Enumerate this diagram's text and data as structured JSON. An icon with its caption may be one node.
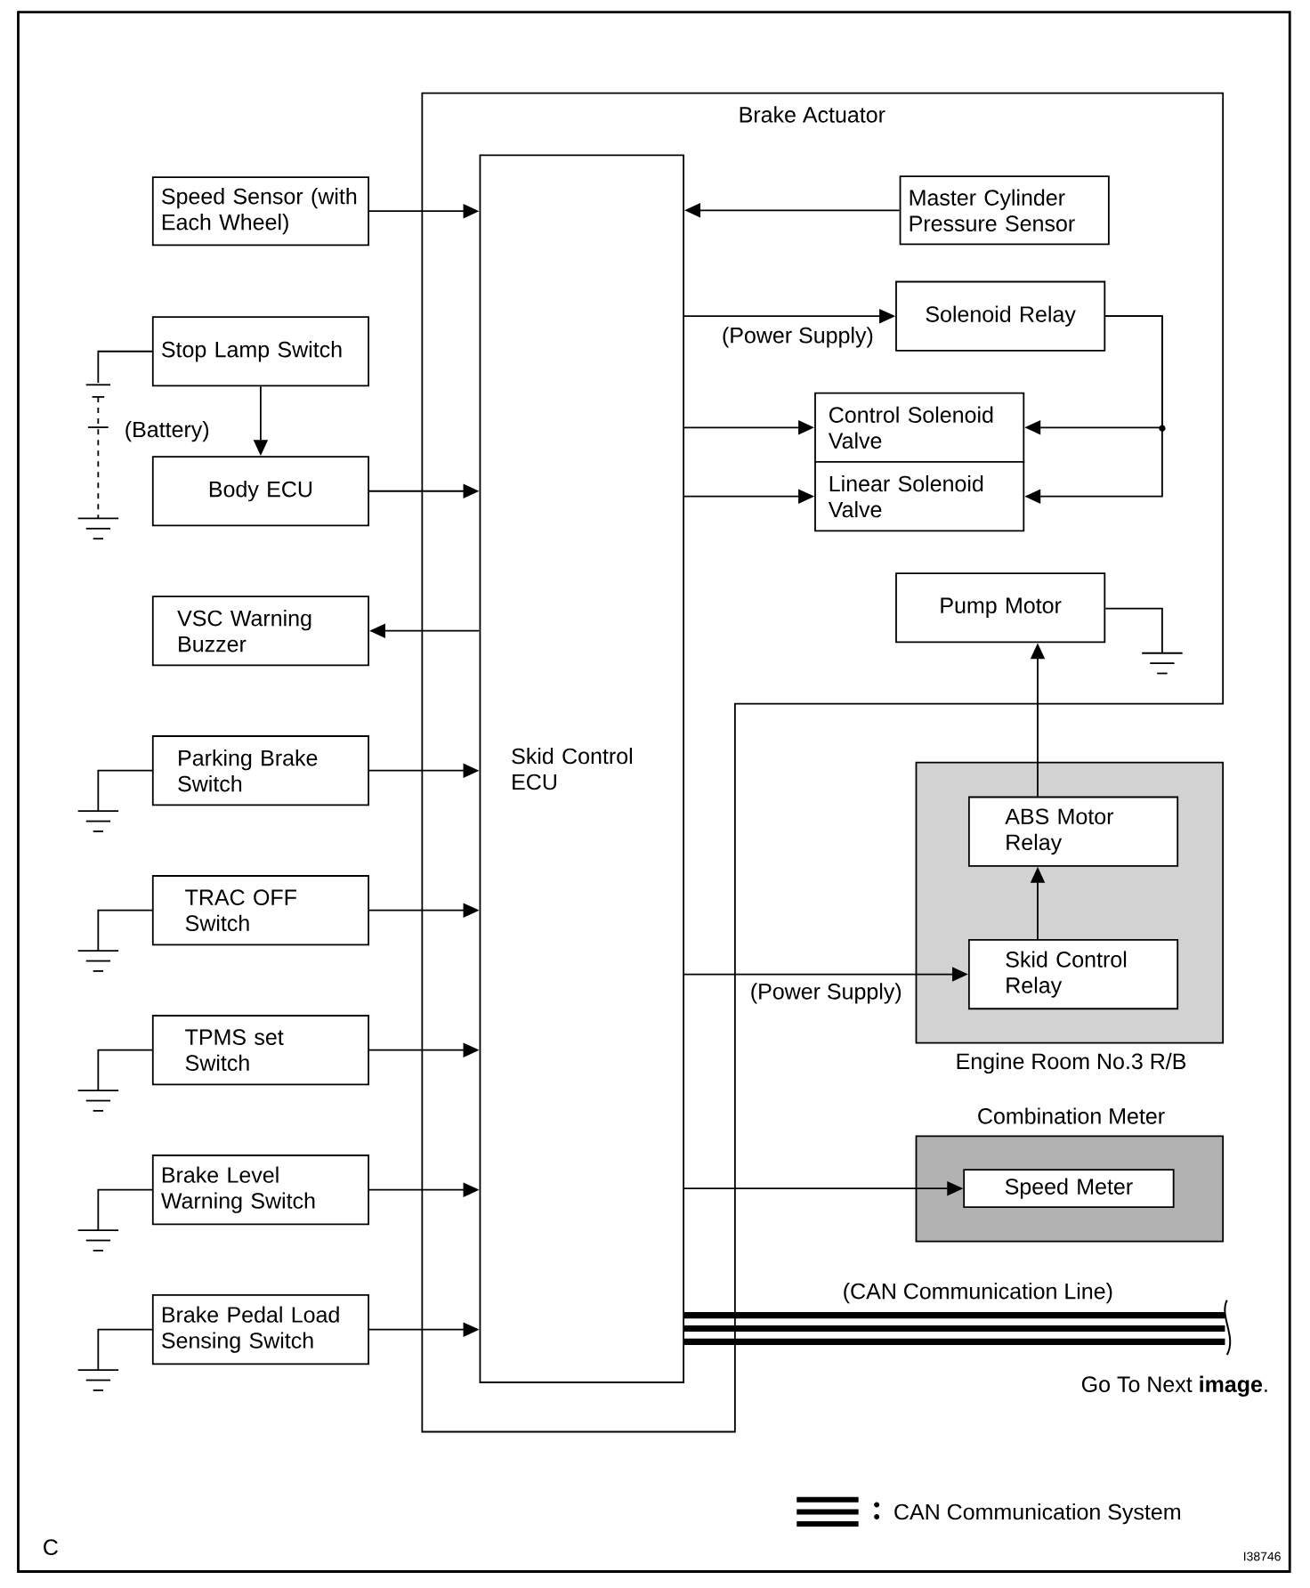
{
  "diagram": {
    "nodes": [
      {
        "text": [
          "Brake Actuator"
        ]
      },
      {
        "text": [
          "Speed Sensor (with Each Wheel)"
        ]
      },
      {
        "text": [
          "Skid Control ECU"
        ],
        "in": 0
      },
      {
        "text": [
          "Master Cylinder Pressure Sensor"
        ],
        "in": 0
      },
      {
        "text": [
          "Stop Lamp Switch"
        ]
      },
      {
        "text": [
          "Solenoid Relay"
        ],
        "in": 0
      },
      {
        "text": [
          "Control Solenoid Valve"
        ],
        "in": 0
      },
      {
        "text": [
          "Linear Solenoid Valve"
        ],
        "in": 0
      },
      {
        "text": [
          "Body ECU"
        ]
      },
      {
        "text": [
          "VSC Warning Buzzer"
        ]
      },
      {
        "text": [
          "Pump Motor"
        ],
        "in": 0
      },
      {
        "text": [
          "Parking Brake Switch"
        ]
      },
      {
        "text": [
          "Engine Room No.3 R/B"
        ]
      },
      {
        "text": [
          "ABS Motor Relay"
        ],
        "in": 12
      },
      {
        "text": [
          "TRAC OFF Switch"
        ]
      },
      {
        "text": [
          "Skid Control Relay"
        ],
        "in": 12
      },
      {
        "text": [
          "TPMS set Switch"
        ]
      },
      {
        "text": [
          "Combination Meter"
        ]
      },
      {
        "text": [
          "Speed Meter"
        ],
        "in": 17
      },
      {
        "text": [
          "Brake Level Warning Switch"
        ]
      },
      {
        "text": [
          "Brake Pedal Load Sensing Switch"
        ]
      }
    ],
    "edges": [
      {
        "from": 1,
        "to": 2,
        "arrow": "to"
      },
      {
        "from": 3,
        "to": 2,
        "arrow": "to"
      },
      {
        "from": 2,
        "to": 5,
        "arrow": "to",
        "label": "(Power Supply)"
      },
      {
        "from": 4,
        "to": 8,
        "arrow": "to"
      },
      {
        "from": 8,
        "to": 2,
        "arrow": "to"
      },
      {
        "from": 2,
        "to": 6,
        "arrow": "to"
      },
      {
        "from": 2,
        "to": 7,
        "arrow": "to"
      },
      {
        "from": 5,
        "to": 6,
        "arrow": "to"
      },
      {
        "from": 5,
        "to": 7,
        "arrow": "to"
      },
      {
        "from": 2,
        "to": 9,
        "arrow": "to"
      },
      {
        "from": 15,
        "to": 13,
        "arrow": "to"
      },
      {
        "from": 13,
        "to": 10,
        "arrow": "to"
      },
      {
        "from": 11,
        "to": 2,
        "arrow": "to"
      },
      {
        "from": 14,
        "to": 2,
        "arrow": "to"
      },
      {
        "from": 2,
        "to": 15,
        "arrow": "to",
        "label": "(Power Supply)"
      },
      {
        "from": 16,
        "to": 2,
        "arrow": "to"
      },
      {
        "from": 2,
        "to": 18,
        "arrow": "to"
      },
      {
        "from": 19,
        "to": 2,
        "arrow": "to"
      },
      {
        "from": 20,
        "to": 2,
        "arrow": "to"
      },
      {
        "from": 2,
        "to": null,
        "arrow": "none",
        "label": "(CAN Communication Line)",
        "style": "thick"
      }
    ],
    "labels": [
      "(Battery)",
      "Go To Next **image**.",
      "C",
      "I38746"
    ],
    "legend": [
      {
        "text": "CAN Communication System"
      }
    ]
  }
}
